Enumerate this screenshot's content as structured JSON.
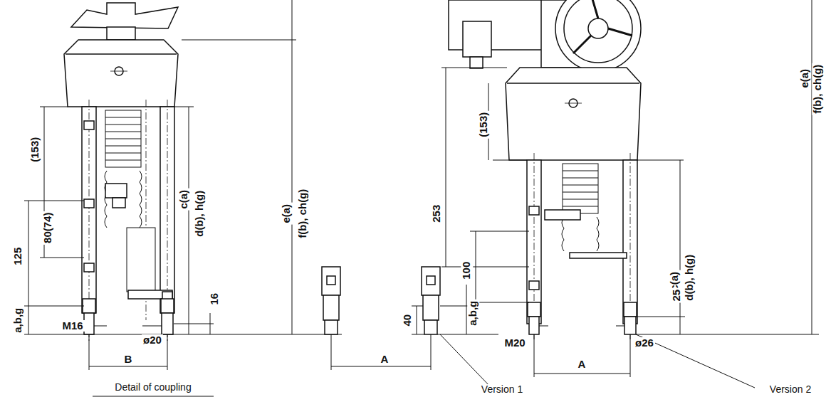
{
  "diagram": {
    "labels": [
      "(153)",
      "125",
      "80(74)",
      "a,b,g",
      "c(a)",
      "d(b), h(g)",
      "e(a)",
      "f(b), ch(g)",
      "16",
      "M16",
      "ø20",
      "B",
      "Detail of coupling",
      "A",
      "40",
      "a,b,g",
      "253",
      "(153)",
      "100",
      "c(a)",
      "d(b), h(g)",
      "e(a)",
      "f(b), ch(g)",
      "25",
      "M20",
      "ø26",
      "A",
      "Version 1",
      "Version 2"
    ]
  }
}
